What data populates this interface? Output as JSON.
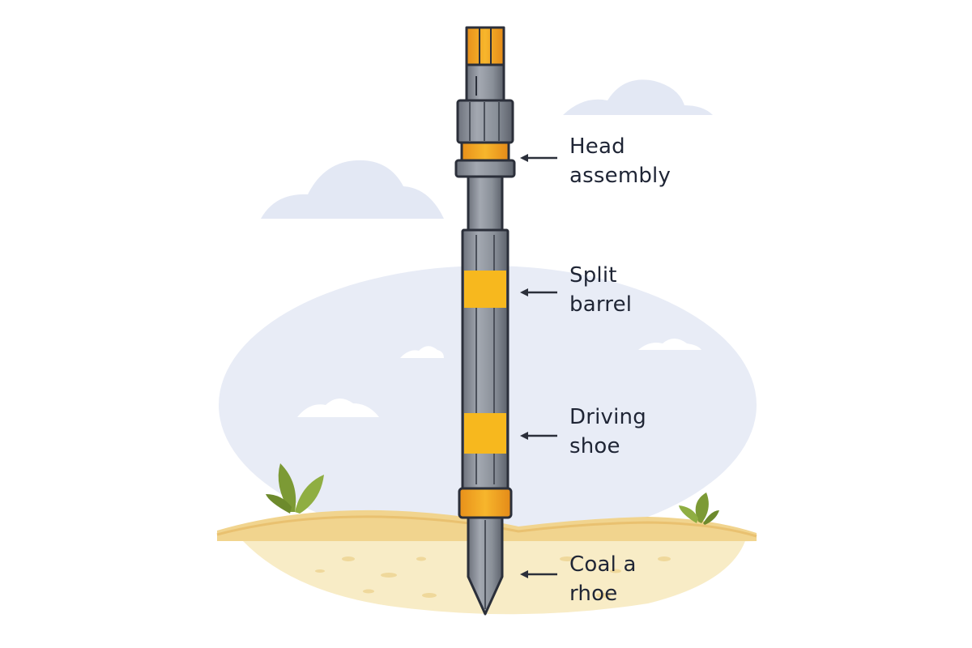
{
  "labels": {
    "head_assembly": {
      "line1": "Head",
      "line2": "assembly"
    },
    "split_barrel": {
      "line1": "Split",
      "line2": "barrel"
    },
    "driving_shoe": {
      "line1": "Driving",
      "line2": "shoe"
    },
    "coal_shoe": {
      "line1": "Coal a",
      "line2": "rhoe"
    }
  },
  "colors": {
    "sky_blob": "#e8ecf6",
    "cloud": "#e3e8f4",
    "sand": "#f1d48e",
    "sand_light": "#f8ecc6",
    "steel": "#8e949e",
    "steel_dark": "#5a606b",
    "outline": "#2b2f3a",
    "accent_yellow": "#f7b81e",
    "accent_orange": "#f0a020",
    "plant": "#7c9a35",
    "text": "#1f2535"
  }
}
